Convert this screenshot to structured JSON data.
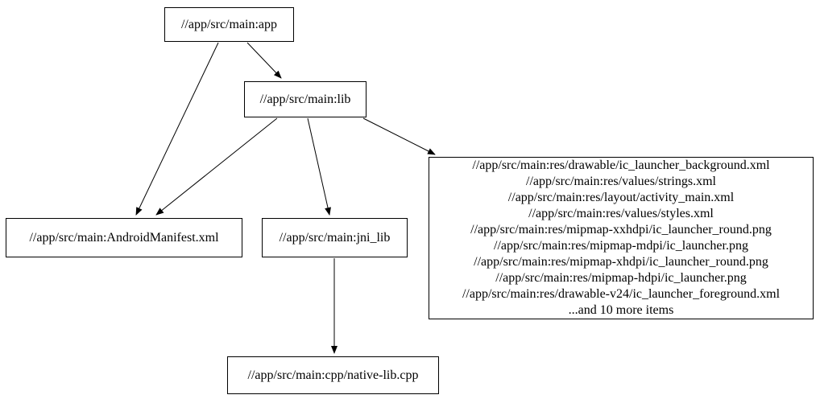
{
  "graph": {
    "type": "dependency-graph",
    "background_color": "#ffffff",
    "node_border_color": "#000000",
    "node_fill_color": "#ffffff",
    "edge_color": "#000000",
    "text_color": "#000000"
  },
  "nodes": {
    "app": {
      "label": "//app/src/main:app"
    },
    "lib": {
      "label": "//app/src/main:lib"
    },
    "android_manifest": {
      "label": "//app/src/main:AndroidManifest.xml"
    },
    "jni_lib": {
      "label": "//app/src/main:jni_lib"
    },
    "native_lib": {
      "label": "//app/src/main:cpp/native-lib.cpp"
    },
    "resources": {
      "lines": [
        "//app/src/main:res/drawable/ic_launcher_background.xml",
        "//app/src/main:res/values/strings.xml",
        "//app/src/main:res/layout/activity_main.xml",
        "//app/src/main:res/values/styles.xml",
        "//app/src/main:res/mipmap-xxhdpi/ic_launcher_round.png",
        "//app/src/main:res/mipmap-mdpi/ic_launcher.png",
        "//app/src/main:res/mipmap-xhdpi/ic_launcher_round.png",
        "//app/src/main:res/mipmap-hdpi/ic_launcher.png",
        "//app/src/main:res/drawable-v24/ic_launcher_foreground.xml",
        "...and 10 more items"
      ]
    }
  },
  "edges": [
    {
      "from": "app",
      "to": "lib"
    },
    {
      "from": "app",
      "to": "android_manifest"
    },
    {
      "from": "lib",
      "to": "android_manifest"
    },
    {
      "from": "lib",
      "to": "jni_lib"
    },
    {
      "from": "lib",
      "to": "resources"
    },
    {
      "from": "jni_lib",
      "to": "native_lib"
    }
  ]
}
